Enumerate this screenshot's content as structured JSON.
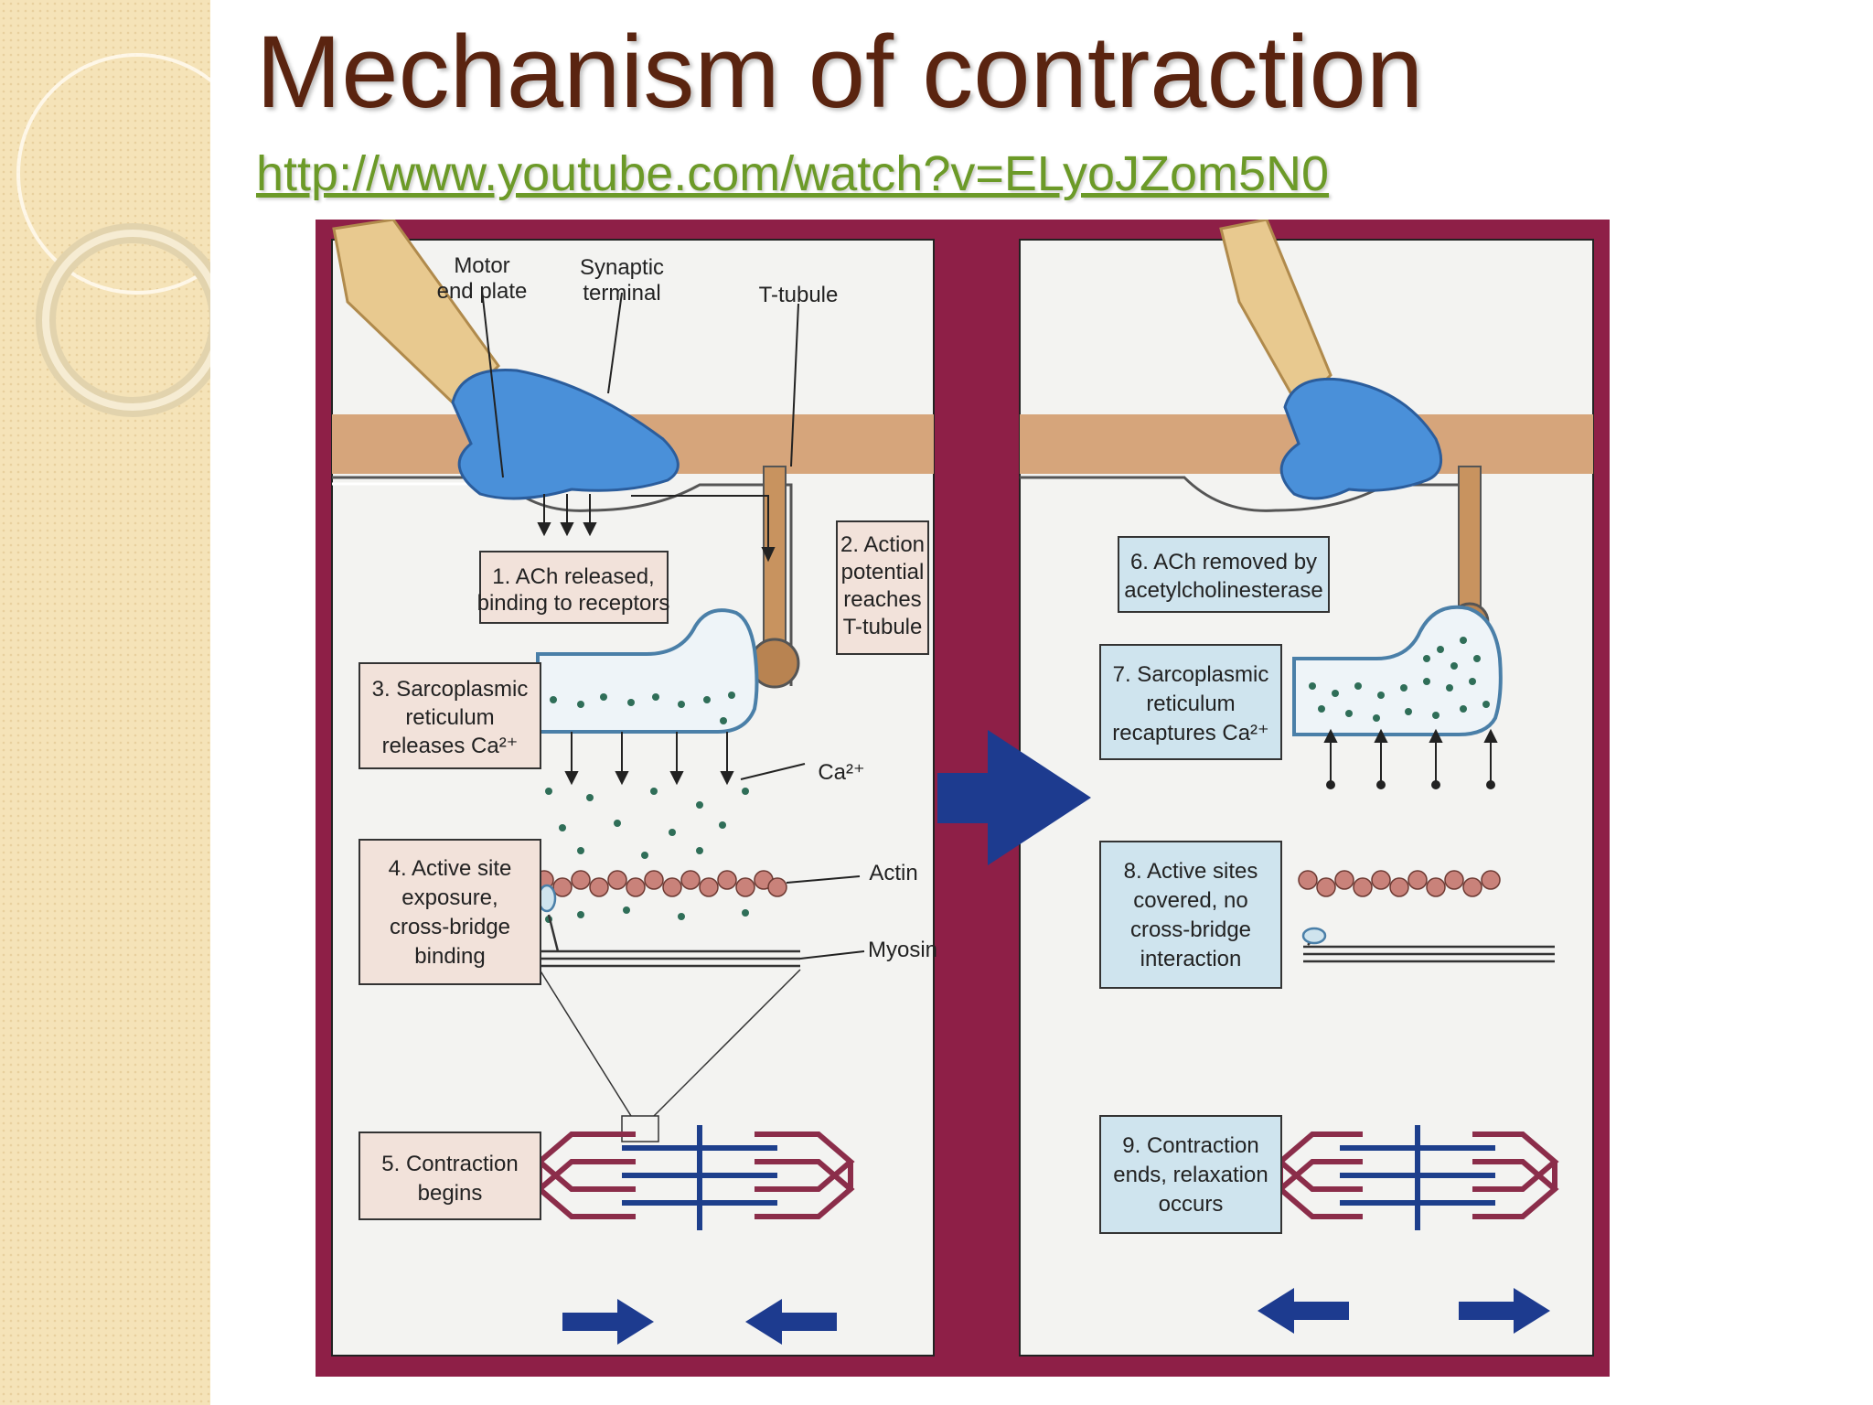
{
  "slide": {
    "title": "Mechanism of contraction",
    "link": "http://www.youtube.com/watch?v=ELyoJZom5N0"
  },
  "diagram": {
    "callouts": {
      "motor_end_plate": [
        "Motor",
        "end plate"
      ],
      "synaptic_terminal": [
        "Synaptic",
        "terminal"
      ],
      "t_tubule": [
        "T-tubule"
      ],
      "ca": [
        "Ca²⁺"
      ],
      "actin": [
        "Actin"
      ],
      "myosin": [
        "Myosin"
      ]
    },
    "contraction_steps": [
      {
        "id": "step1",
        "lines": [
          "1. ACh released,",
          "binding to receptors"
        ]
      },
      {
        "id": "step2",
        "lines": [
          "2. Action",
          "potential",
          "reaches",
          "T-tubule"
        ]
      },
      {
        "id": "step3",
        "lines": [
          "3. Sarcoplasmic",
          "reticulum",
          "releases Ca²⁺"
        ]
      },
      {
        "id": "step4",
        "lines": [
          "4. Active site",
          "exposure,",
          "cross-bridge",
          "binding"
        ]
      },
      {
        "id": "step5",
        "lines": [
          "5. Contraction",
          "begins"
        ]
      }
    ],
    "relaxation_steps": [
      {
        "id": "step6",
        "lines": [
          "6. ACh removed by",
          "acetylcholinesterase"
        ]
      },
      {
        "id": "step7",
        "lines": [
          "7. Sarcoplasmic",
          "reticulum",
          "recaptures Ca²⁺"
        ]
      },
      {
        "id": "step8",
        "lines": [
          "8. Active sites",
          "covered, no",
          "cross-bridge",
          "interaction"
        ]
      },
      {
        "id": "step9",
        "lines": [
          "9. Contraction",
          "ends, relaxation",
          "occurs"
        ]
      }
    ],
    "colors": {
      "frame": "#8e1f47",
      "nerve": "#e8c98f",
      "terminal": "#4a90d9",
      "membrane": "#d6a57b",
      "calcium": "#2f6e58",
      "actin": "#c9827a",
      "sarcomere_z": "#8b2d4a",
      "sarcomere_myosin": "#1d3f8c",
      "arrow": "#1d3b8f",
      "contraction_box": "#f2e2da",
      "relaxation_box": "#cfe4ee"
    }
  }
}
